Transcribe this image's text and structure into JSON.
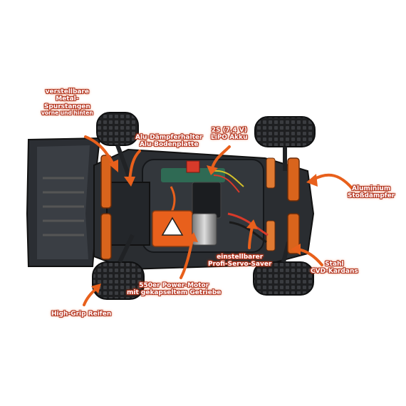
{
  "colors": {
    "accent": "#e8601c",
    "label_outline": "#a83418",
    "chassis": "#2a2d31",
    "tire": "#1e1f21",
    "shock_spring": "#d9641c"
  },
  "labels": {
    "spurstangen": {
      "line1": "verstellbare",
      "line2": "Metal-",
      "line3": "Spurstangen",
      "line4": "vorne und hinten"
    },
    "daempferhalter": {
      "line1": "Alu-Dämpferhalter",
      "line2": "Alu-Bodenplatte"
    },
    "akku": {
      "line1": "2S (7,4 V)",
      "line2": "LiPO Akku"
    },
    "stossdaempfer": {
      "line1": "Aluminium",
      "line2": "Stoßdämpfer"
    },
    "motor": {
      "line1": "550er Power-Motor",
      "line2": "mit gekapseltem Getriebe"
    },
    "servo_saver": {
      "line1": "einstellbarer",
      "line2": "Profi-Servo-Saver"
    },
    "kardans": {
      "line1": "Stahl",
      "line2": "CVD-Kardans"
    },
    "reifen": {
      "line1": "High-Grip Reifen"
    }
  }
}
